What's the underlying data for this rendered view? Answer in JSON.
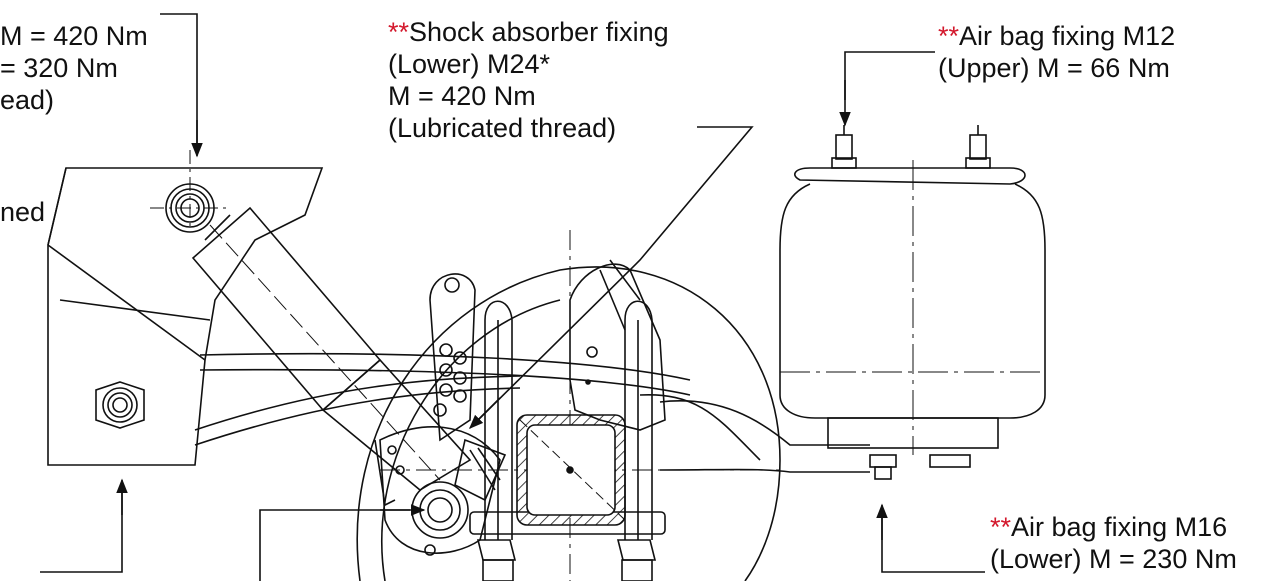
{
  "colors": {
    "ink": "#111111",
    "highlight": "#d3182c",
    "background": "#ffffff"
  },
  "labels": {
    "top_left": {
      "lines": [
        "M = 420 Nm",
        "= 320 Nm",
        "ead)"
      ]
    },
    "left_middle": {
      "lines": [
        "ned"
      ]
    },
    "shock_lower": {
      "marker": "**",
      "lines": [
        "Shock absorber fixing",
        "(Lower) M24*",
        "M = 420 Nm",
        "(Lubricated thread)"
      ]
    },
    "airbag_upper": {
      "marker": "**",
      "lines": [
        "Air bag fixing M12",
        "(Upper) M = 66 Nm"
      ]
    },
    "airbag_lower": {
      "marker": "**",
      "lines": [
        "Air bag fixing M16",
        "(Lower) M = 230 Nm"
      ]
    }
  }
}
